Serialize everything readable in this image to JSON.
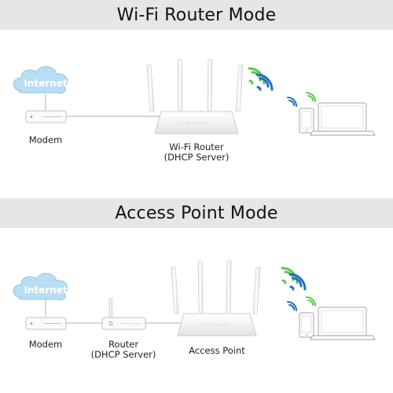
{
  "sections": [
    {
      "title": "Wi-Fi Router Mode",
      "cloud_label": "Internet",
      "modem_label": "Modem",
      "router_label_line1": "Wi-Fi Router",
      "router_label_line2": "(DHCP Server)"
    },
    {
      "title": "Access Point Mode",
      "cloud_label": "Internet",
      "modem_label": "Modem",
      "router_label_line1": "Router",
      "router_label_line2": "(DHCP Server)",
      "ap_label": "Access Point"
    }
  ],
  "colors": {
    "cloud": "#b9ddf2",
    "cloud_stroke": "#8fc7e6",
    "wifi_green": "#5cc84a",
    "wifi_blue": "#1e6fc7",
    "device_stroke": "#b5b5b5",
    "banner": "#e6e6e6"
  },
  "icons": [
    "cloud-icon",
    "modem-icon",
    "router-icon",
    "wifi-signal-icon",
    "phone-icon",
    "laptop-icon"
  ]
}
